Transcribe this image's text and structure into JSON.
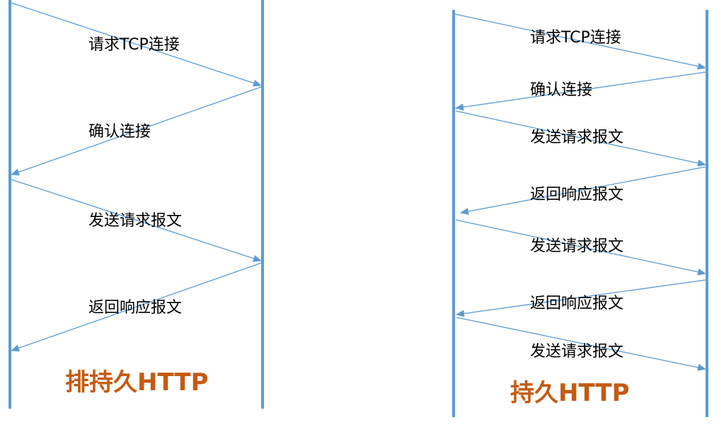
{
  "colors": {
    "lifeline": "#5b9bd5",
    "arrow": "#5b9bd5",
    "title": "#c55a11",
    "text": "#000000"
  },
  "panels": [
    {
      "title": "排持久HTTP",
      "messages": [
        {
          "label": "请求TCP连接",
          "direction": "right"
        },
        {
          "label": "确认连接",
          "direction": "left"
        },
        {
          "label": "发送请求报文",
          "direction": "right"
        },
        {
          "label": "返回响应报文",
          "direction": "left"
        }
      ]
    },
    {
      "title": "持久HTTP",
      "messages": [
        {
          "label": "请求TCP连接",
          "direction": "right"
        },
        {
          "label": "确认连接",
          "direction": "left"
        },
        {
          "label": "发送请求报文",
          "direction": "right"
        },
        {
          "label": "返回响应报文",
          "direction": "left"
        },
        {
          "label": "发送请求报文",
          "direction": "right"
        },
        {
          "label": "返回响应报文",
          "direction": "left"
        },
        {
          "label": "发送请求报文",
          "direction": "right"
        }
      ]
    }
  ]
}
